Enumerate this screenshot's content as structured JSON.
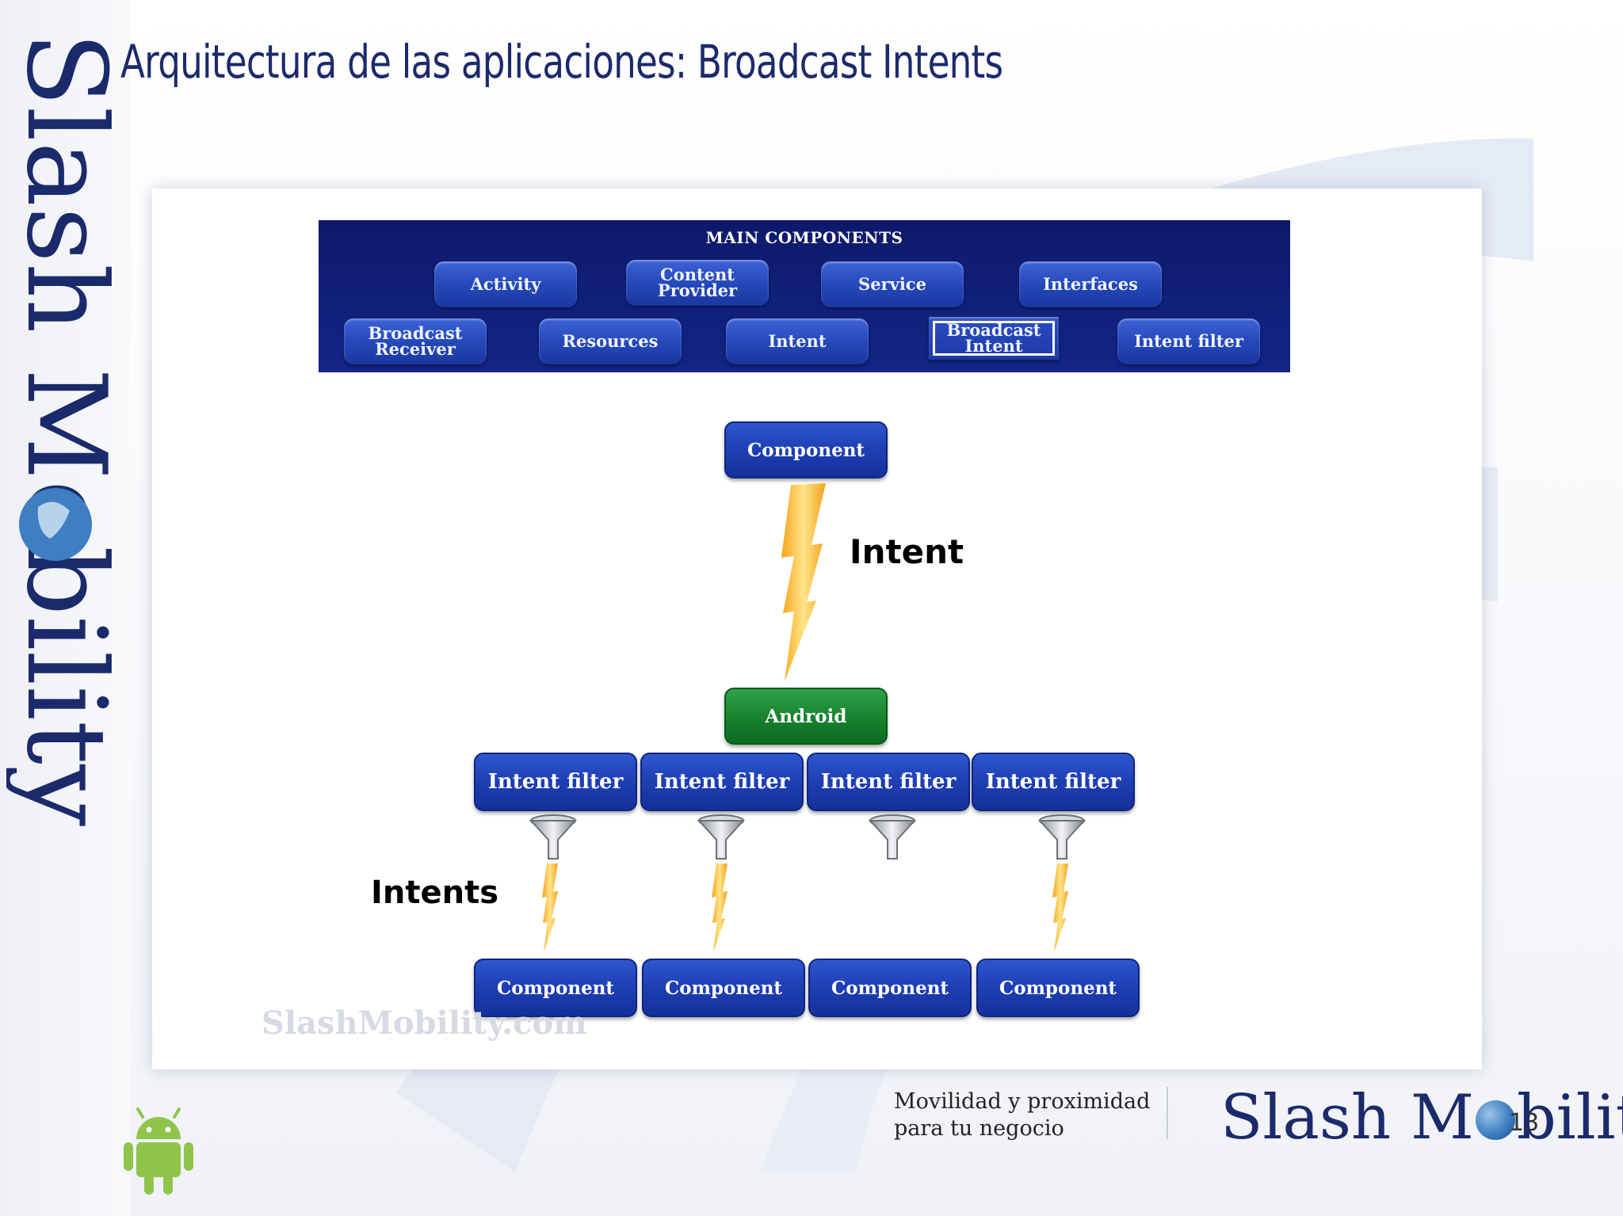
{
  "title": "Arquitectura de las aplicaciones: Broadcast Intents",
  "side_logo": {
    "text": "Slash Mobility"
  },
  "main_components": {
    "title": "MAIN COMPONENTS",
    "row1": [
      "Activity",
      "Content Provider",
      "Service",
      "Interfaces"
    ],
    "row2": [
      "Broadcast Receiver",
      "Resources",
      "Intent",
      "Broadcast Intent",
      "Intent filter"
    ],
    "selected": "Broadcast Intent"
  },
  "diagram": {
    "top_component": "Component",
    "intent_label": "Intent",
    "android": "Android",
    "intent_filters": [
      "Intent filter",
      "Intent filter",
      "Intent filter",
      "Intent filter"
    ],
    "intents_label": "Intents",
    "bottom_components": [
      "Component",
      "Component",
      "Component",
      "Component"
    ]
  },
  "watermark": "SlashMobility.com",
  "footer": {
    "tagline_line1": "Movilidad y proximidad",
    "tagline_line2": "para tu negocio",
    "logo_text_1": "Slash M",
    "logo_text_2": "bility",
    "page_number": "13"
  },
  "colors": {
    "title": "#1b2a6b",
    "pill_blue": "#2447b8",
    "bar_navy": "#0d1a6a",
    "android_green": "#17812f",
    "bolt_yellow": "#f6c22a",
    "android_robot": "#8fc54a"
  }
}
